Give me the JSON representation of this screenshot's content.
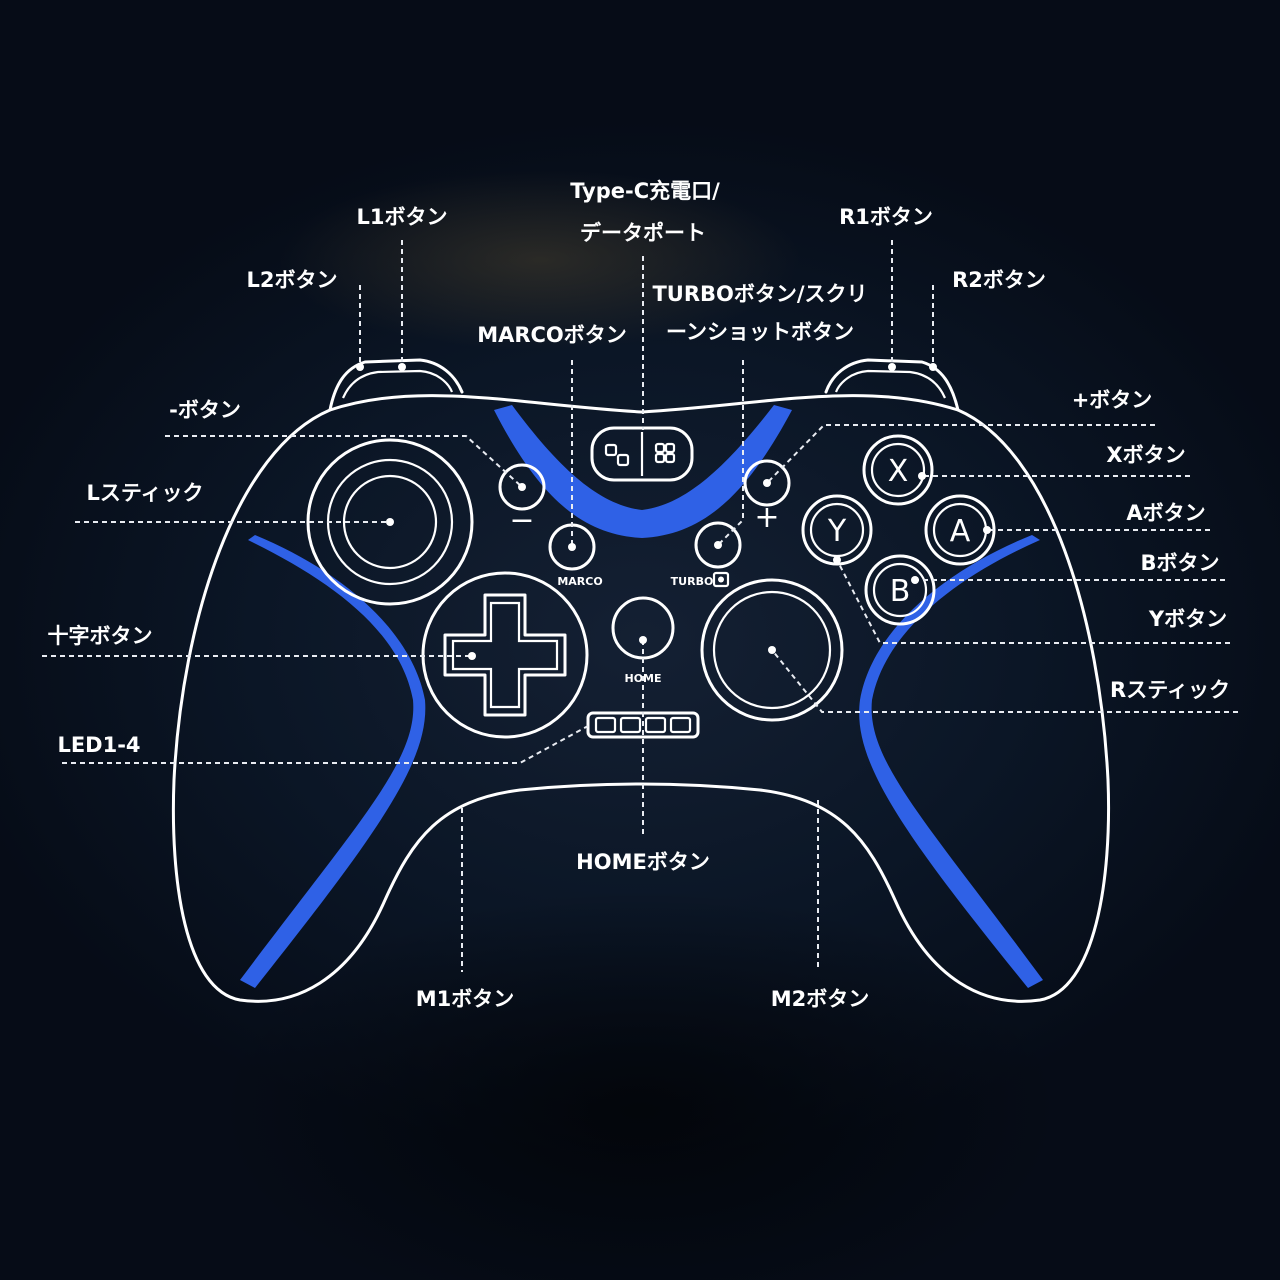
{
  "labels": {
    "type_c_line1": "Type-C充電口/",
    "type_c_line2": "データポート",
    "l1": "L1ボタン",
    "r1": "R1ボタン",
    "l2": "L2ボタン",
    "r2": "R2ボタン",
    "turbo_line1": "TURBOボタン/スクリ",
    "turbo_line2": "ーンショットボタン",
    "marco": "MARCOボタン",
    "minus": "-ボタン",
    "plus": "+ボタン",
    "x": "Xボタン",
    "a": "Aボタン",
    "b": "Bボタン",
    "y": "Yボタン",
    "l_stick": "Lスティック",
    "r_stick": "Rスティック",
    "dpad": "十字ボタン",
    "led": "LED1-4",
    "home": "HOMEボタン",
    "m1": "M1ボタン",
    "m2": "M2ボタン"
  },
  "controller_marks": {
    "marco": "MARCO",
    "turbo": "TURBO",
    "home": "HOME",
    "x": "X",
    "y": "Y",
    "a": "A",
    "b": "B",
    "minus_glyph": "−",
    "plus_glyph": "+"
  },
  "colors": {
    "accent": "#2f61e6",
    "outline": "#ffffff",
    "background": "#0b1626"
  },
  "icons": {
    "center_logo": "switch-controller-icon",
    "turbo_mark": "screenshot-icon"
  }
}
